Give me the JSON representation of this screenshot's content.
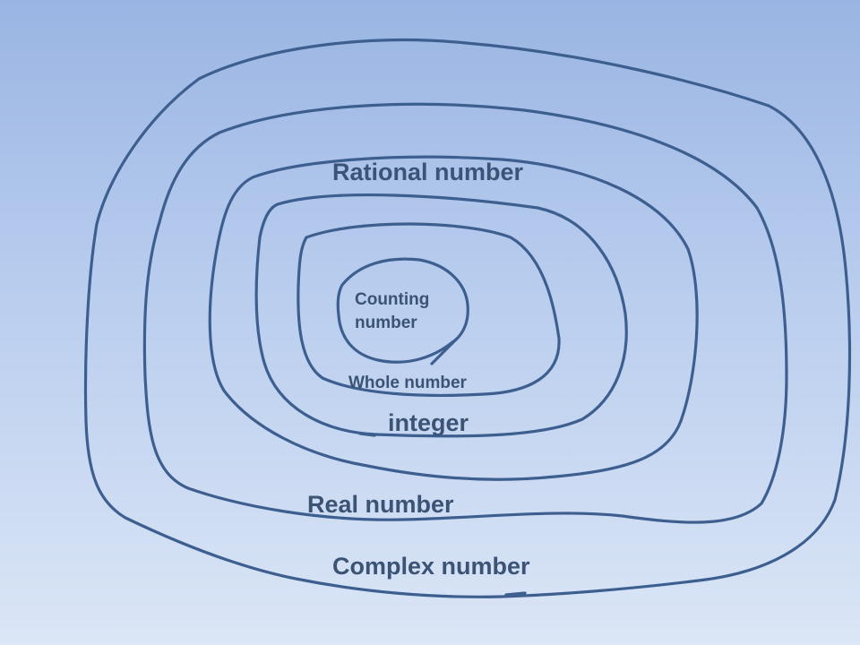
{
  "colors": {
    "ring": "#3d5f8f",
    "text": "#3b5476"
  },
  "labels": {
    "rational": "Rational number",
    "counting": "Counting number",
    "whole": "Whole number",
    "integer": "integer",
    "real": "Real number",
    "complex": "Complex number"
  }
}
